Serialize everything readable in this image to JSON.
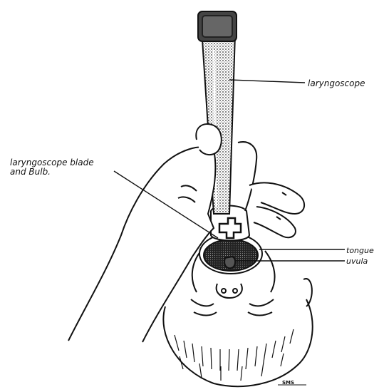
{
  "diagram": {
    "labels": {
      "laryngoscope": "laryngoscope",
      "blade_and_bulb": "laryngoscope blade\nand Bulb.",
      "tongue": "tongue",
      "uvula": "uvula"
    },
    "signature": "SMS",
    "colors": {
      "ink": "#111111",
      "paper": "#ffffff",
      "shade": "#555555"
    }
  }
}
